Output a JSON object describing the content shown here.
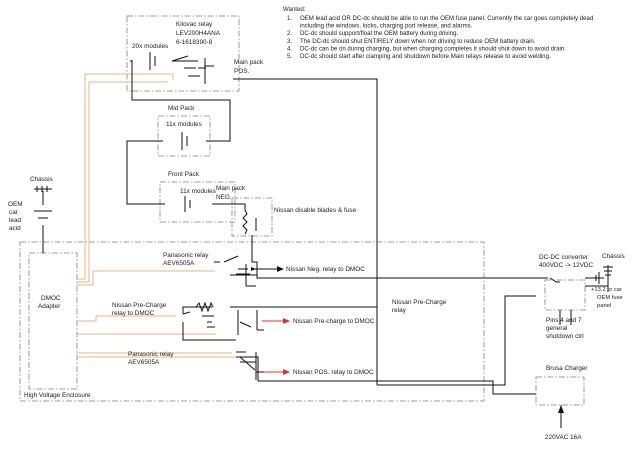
{
  "notes": {
    "heading": "Wanted:",
    "items": [
      {
        "num": "1.",
        "lines": [
          "OEM lead acid OR DC-dc should be able to run the OEM fuse panel.  Currently the car goes completely dead",
          "including the windows, locks, charging port release, and alarms."
        ]
      },
      {
        "num": "2.",
        "lines": [
          "DC-dc should support/float the OEM battery during driving."
        ]
      },
      {
        "num": "3.",
        "lines": [
          "The DC-dc should shut ENTIRELY down when not driving to reduce OEM battery drain."
        ]
      },
      {
        "num": "4.",
        "lines": [
          "DC-dc can be on during charging, but when charging completes it should shut down to avoid drain."
        ]
      },
      {
        "num": "5.",
        "lines": [
          "DC-dc should start after clamping and shutdown before Main relays release to avoid welding."
        ]
      }
    ]
  },
  "labels": {
    "modules_20x": "20x modules",
    "kilovac_line1": "Kilovac relay",
    "kilovac_line2": "LEV200H4ANA",
    "kilovac_line3": "6-1618390-8",
    "main_pack_pos_line1": "Main pack",
    "main_pack_pos_line2": "POS.",
    "mid_pack": "Mid Pack",
    "modules_11x_mid": "11x modules",
    "front_pack": "Front Pack",
    "modules_11x_front": "11x modules",
    "main_pack_neg_line1": "Main pack",
    "main_pack_neg_line2": "NEG.",
    "nissan_disable": "Nissan disable blades & fuse",
    "chassis_left": "Chassis",
    "oem_battery_line1": "OEM",
    "oem_battery_line2": "car",
    "oem_battery_line3": "lead",
    "oem_battery_line4": "acid",
    "dmoc_line1": "DMOC",
    "dmoc_line2": "Adapter",
    "panasonic_top_line1": "Panasonic relay",
    "panasonic_top_line2": "AEV6505A",
    "nissan_neg_relay": "Nissan Neg. relay  to DMOC",
    "nissan_precharge_left_line1": "Nissan Pre-Charge",
    "nissan_precharge_left_line2": "relay  to DMOC",
    "nissan_precharge_dmoc": "Nissan Pre-charge  to DMOC",
    "nissan_precharge_right_line1": "Nissan Pre-Charge",
    "nissan_precharge_right_line2": "relay",
    "panasonic_bottom_line1": "Panasonic relay",
    "panasonic_bottom_line2": "AEV6505A",
    "nissan_pos_relay": "Nissan POS. relay  to DMOC",
    "hv_enclosure": "High Voltage Enclosure",
    "dcdc_line1": "DC-DC converter",
    "dcdc_line2": "400VDC -> 12VDC",
    "chassis_right": "Chassis",
    "fuse_panel_line1": "+13.2 to car",
    "fuse_panel_line2": "OEM fuse",
    "fuse_panel_line3": "panel",
    "pins_line1": "Pins 4 and 7",
    "pins_line2": "general",
    "pins_line3": "shutdown ctrl",
    "brusa": "Brusa Charger",
    "ac_input": "220VAC 16A"
  },
  "colors": {
    "wire": "#111111",
    "tan_wire": "#e2b98a",
    "dashed_border": "#7f7f7f",
    "arrow_red": "#e0302a"
  }
}
